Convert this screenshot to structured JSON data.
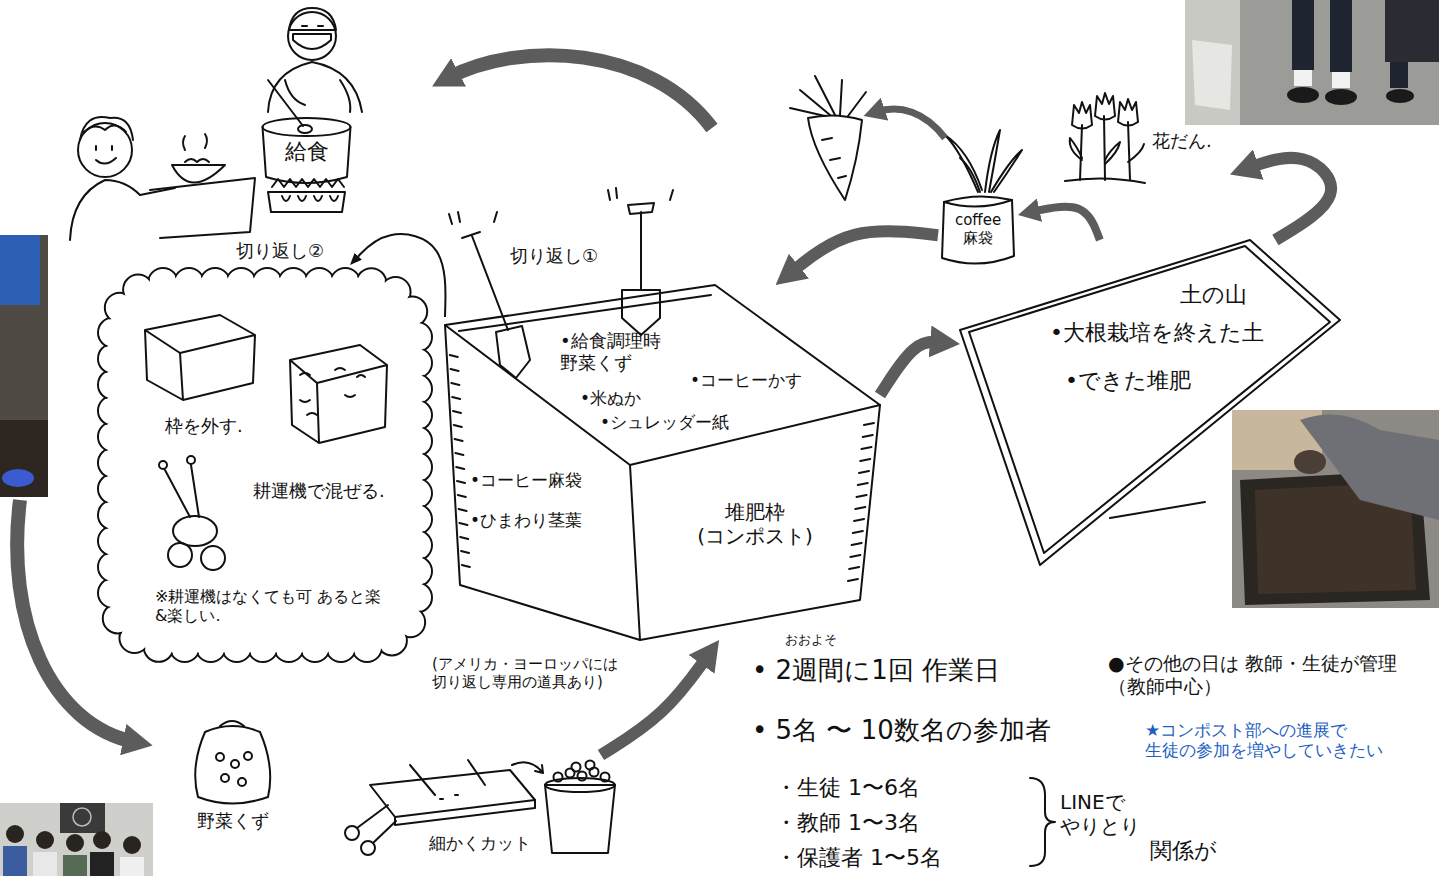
{
  "diagram": {
    "nodes": [
      {
        "text": [
          "給食"
        ]
      },
      {
        "text": [
          "coffee 麻袋"
        ]
      },
      {
        "text": [
          "花だん."
        ]
      },
      {
        "text": [
          "枠を外す.",
          "耕運機で混ぜる.",
          "※耕運機はなくても可 あると楽&楽しい."
        ]
      },
      {
        "text": [
          "堆肥枠 (コンポスト)",
          "•給食調理時 野菜くず",
          "•コーヒーかす",
          "•米ぬか",
          "•シュレッダー紙",
          "•コーヒー麻袋",
          "•ひまわり茎葉"
        ]
      },
      {
        "text": [
          "土の山",
          "•大根栽培を終えた土",
          "•できた堆肥"
        ]
      },
      {
        "text": [
          "野菜くず"
        ]
      },
      {
        "text": [
          "細かくカット"
        ]
      }
    ],
    "edges": [
      {
        "from": 4,
        "to": 5,
        "arrow": "to"
      },
      {
        "from": 5,
        "to": 1,
        "arrow": "to"
      },
      {
        "from": 5,
        "to": 2,
        "arrow": "to"
      },
      {
        "from": 1,
        "to": 4,
        "arrow": "to"
      },
      {
        "from": 4,
        "to": 3,
        "label": "切り返し②",
        "arrow": "to"
      },
      {
        "from": 7,
        "to": 4,
        "arrow": "to"
      }
    ],
    "labels": [
      "切り返し①",
      "(アメリカ・ヨーロッパには 切り返し専用の道具あり)",
      "おおよそ",
      "• 2週間に1回 作業日",
      "●その他の日は 教師・生徒が管理（教師中心）",
      "• 5名 〜 10数名の参加者",
      "★コンポスト部への進展で 生徒の参加を増やしていきたい",
      "・生徒 1〜6名",
      "・教師 1〜3名",
      "・保護者 1〜5名",
      "LINEで やりとり",
      "関係が"
    ]
  }
}
